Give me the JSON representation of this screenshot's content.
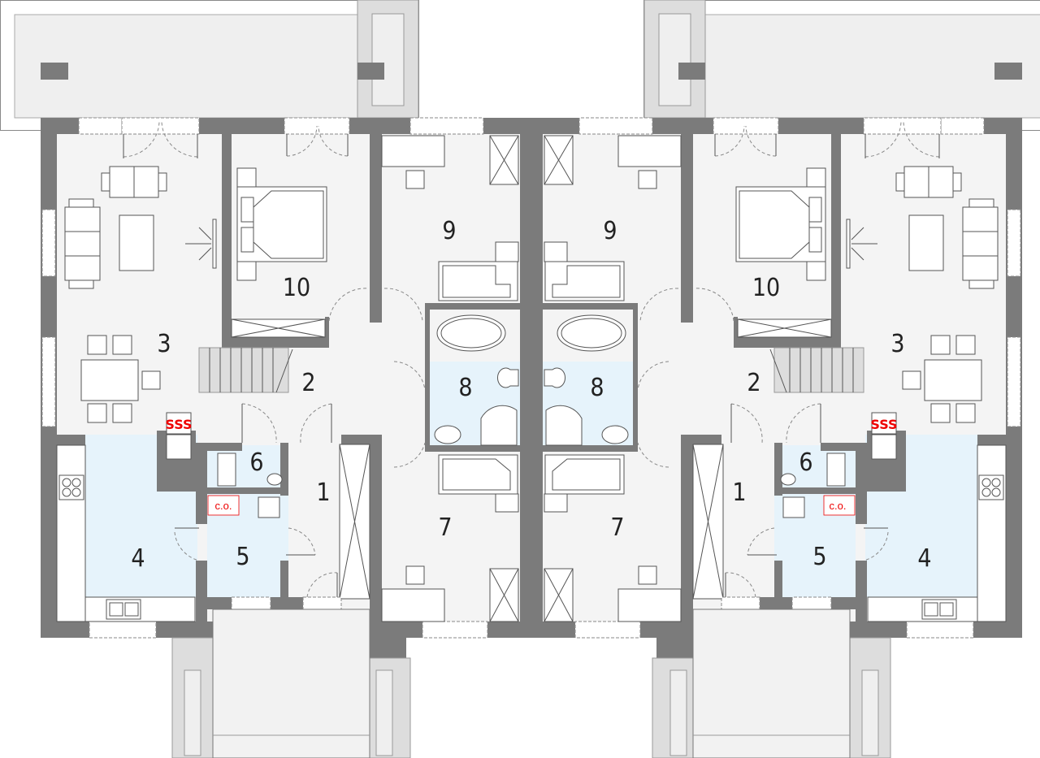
{
  "plan": {
    "colors": {
      "wall": "#7b7b7b",
      "floor": "#f4f4f4",
      "wet_room": "#e6f3fb",
      "marker": "#e00000"
    },
    "units": [
      {
        "side": "left",
        "rooms": {
          "r1": "1",
          "r2": "2",
          "r3": "3",
          "r4": "4",
          "r5": "5",
          "r6": "6",
          "r7": "7",
          "r8": "8",
          "r9": "9",
          "r10": "10"
        },
        "boiler_label": "c.o.",
        "heater_symbol": "SSS"
      },
      {
        "side": "right",
        "rooms": {
          "r1": "1",
          "r2": "2",
          "r3": "3",
          "r4": "4",
          "r5": "5",
          "r6": "6",
          "r7": "7",
          "r8": "8",
          "r9": "9",
          "r10": "10"
        },
        "boiler_label": "c.o.",
        "heater_symbol": "SSS"
      }
    ]
  }
}
